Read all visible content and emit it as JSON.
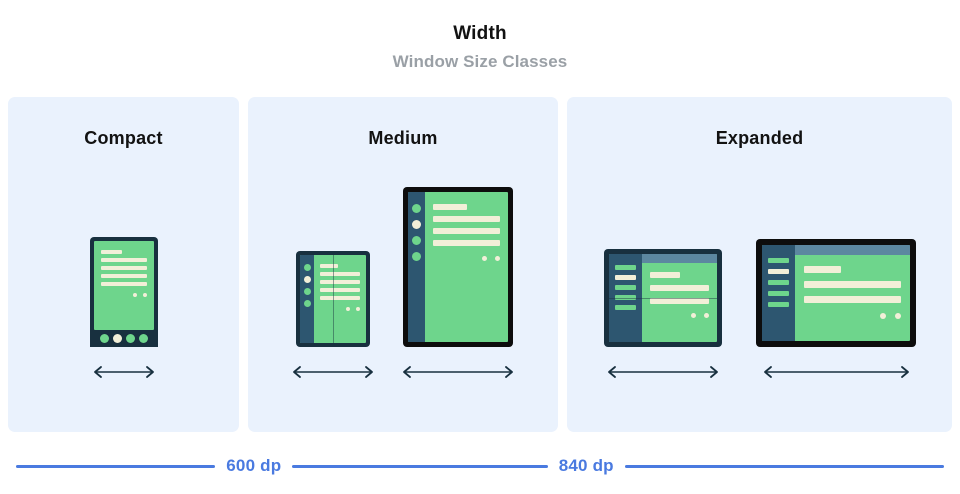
{
  "header": {
    "title": "Width",
    "subtitle": "Window Size Classes"
  },
  "panels": [
    {
      "id": "compact",
      "title": "Compact",
      "devices": [
        {
          "name": "phone",
          "kind": "phone-portrait",
          "arrow_label": "width-arrow"
        }
      ]
    },
    {
      "id": "medium",
      "title": "Medium",
      "devices": [
        {
          "name": "foldable-unfolded-portrait",
          "kind": "foldable-portrait",
          "arrow_label": "width-arrow"
        },
        {
          "name": "tablet-portrait",
          "kind": "tablet-portrait",
          "arrow_label": "width-arrow"
        }
      ]
    },
    {
      "id": "expanded",
      "title": "Expanded",
      "devices": [
        {
          "name": "foldable-unfolded-landscape",
          "kind": "foldable-landscape",
          "arrow_label": "width-arrow"
        },
        {
          "name": "tablet-landscape",
          "kind": "tablet-landscape",
          "arrow_label": "width-arrow"
        }
      ]
    }
  ],
  "breakpoints": [
    {
      "label": "600 dp"
    },
    {
      "label": "840 dp"
    }
  ],
  "colors": {
    "panel_background": "#eaf2fd",
    "page_background": "#ffffff",
    "device_frame_navy": "#18303f",
    "device_frame_black": "#0d0d0d",
    "screen_green": "#6ed58c",
    "content_cream": "#f2efd8",
    "nav_rail_slate": "#2d5670",
    "app_bar_blue": "#5c87a0",
    "breakpoint_blue": "#4a7ae0",
    "title_black": "#121212",
    "subtitle_gray": "#9aa0a6"
  }
}
